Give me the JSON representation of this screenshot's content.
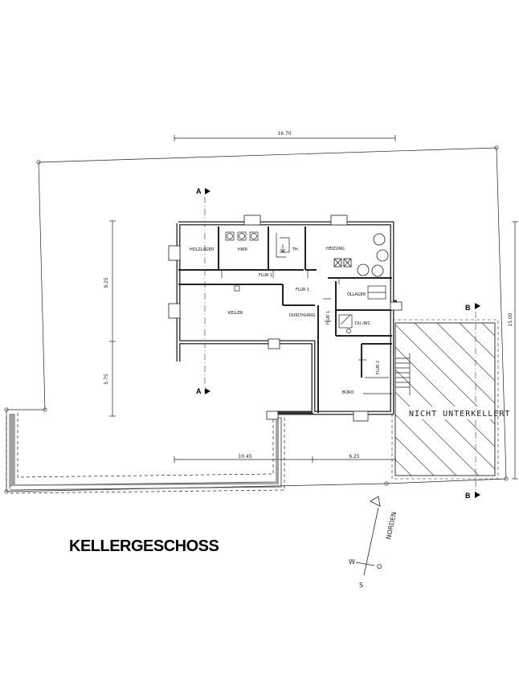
{
  "title": "KELLERGESCHOSS",
  "compass": {
    "north": "NORDEN",
    "west": "W",
    "east": "O",
    "south": "S"
  },
  "section_markers": {
    "a_top": "A",
    "a_bottom": "A",
    "b_top": "B",
    "b_bottom": "B"
  },
  "dimensions": {
    "top_width": "16.70",
    "left_upper": "9.25",
    "left_lower": "5.75",
    "bottom_left": "10.45",
    "bottom_right": "6.25",
    "right_height": "15.00"
  },
  "rooms": {
    "holzlager": "HOLZLAGER",
    "hwr": "HWR",
    "th": "TH",
    "heizung": "HEIZUNG",
    "flur1_main": "FLUR 1",
    "flur1_mid": "FLUR 1",
    "flur1_vert": "FLUR 1",
    "oellager": "ÖLLAGER",
    "keller": "KELLER",
    "durchgang": "DURCHGANG",
    "du_wc": "DU./WC.",
    "flur2": "FLUR 2",
    "buero": "BÜRO"
  },
  "not_basement": "NICHT UNTERKELLERT"
}
